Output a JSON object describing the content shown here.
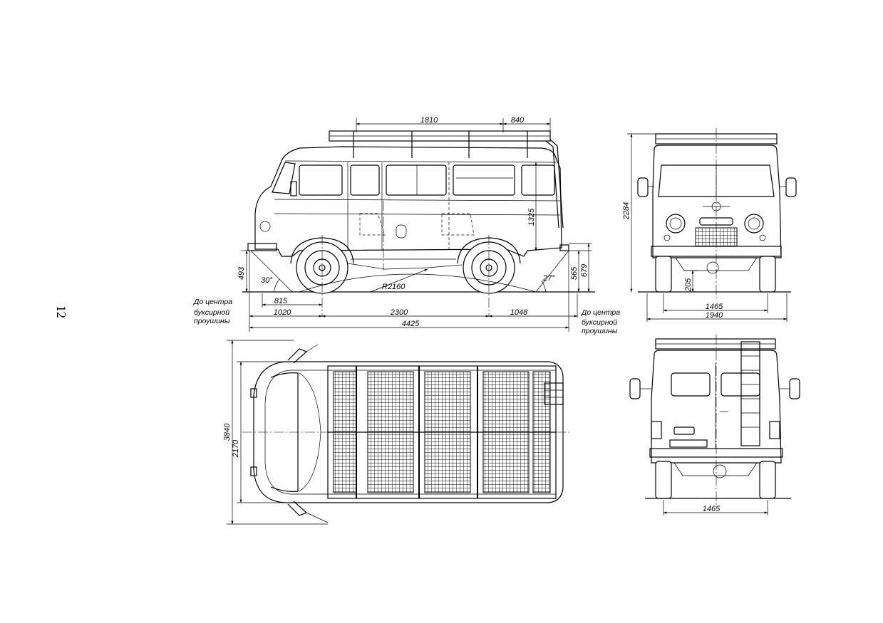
{
  "page_number": "12",
  "side_view": {
    "dims": {
      "rack_length": "1810",
      "rack_rear": "840",
      "roof_height": "1325",
      "front_overhang_hook": "815",
      "front_overhang": "1020",
      "wheelbase": "2300",
      "rear_overhang": "1048",
      "overall_length": "4425",
      "front_hook_height": "493",
      "rear_hook_height": "565",
      "rear_bumper_height": "679",
      "ramp_radius": "R2160",
      "approach_angle": "30°",
      "departure_angle": "27°"
    },
    "notes": {
      "tow_front": [
        "До центра",
        "буксирной",
        "проушины"
      ],
      "tow_rear": [
        "До центра",
        "буксирной",
        "проушины"
      ]
    }
  },
  "front_view": {
    "dims": {
      "height": "2284",
      "ground_clearance": "205",
      "track": "1465",
      "width": "1940"
    }
  },
  "top_view": {
    "dims": {
      "length": "3840",
      "width": "2170"
    }
  },
  "rear_view": {
    "dims": {
      "track": "1465"
    }
  }
}
